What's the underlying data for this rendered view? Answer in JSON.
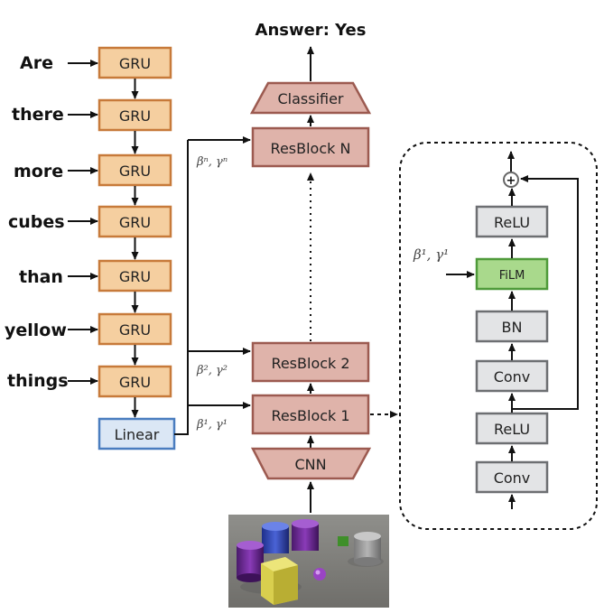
{
  "question_words": [
    "Are",
    "there",
    "more",
    "cubes",
    "than",
    "yellow",
    "things"
  ],
  "gru_label": "GRU",
  "linear_label": "Linear",
  "answer_text": "Answer: Yes",
  "classifier_label": "Classifier",
  "cnn_label": "CNN",
  "resblocks": {
    "n": "ResBlock N",
    "two": "ResBlock 2",
    "one": "ResBlock 1"
  },
  "film_params": {
    "n": "βⁿ, γⁿ",
    "two": "β², γ²",
    "one": "β¹, γ¹",
    "detail": "β¹, γ¹"
  },
  "detail_block": {
    "layers_top_to_bottom": [
      "ReLU",
      "FiLM",
      "BN",
      "Conv",
      "ReLU",
      "Conv"
    ],
    "sum_symbol": "+"
  },
  "colors": {
    "gru_fill": "#f5cfa0",
    "gru_stroke": "#c77a3a",
    "linear_fill": "#dbe7f5",
    "linear_stroke": "#4a7dbf",
    "res_fill": "#dfb3aa",
    "res_stroke": "#9c5a50",
    "gray_fill": "#e3e4e6",
    "gray_stroke": "#6d6f72",
    "film_fill": "#a9d98c",
    "film_stroke": "#4f9a3a"
  },
  "image_description_icon": "clevr-scene-image"
}
